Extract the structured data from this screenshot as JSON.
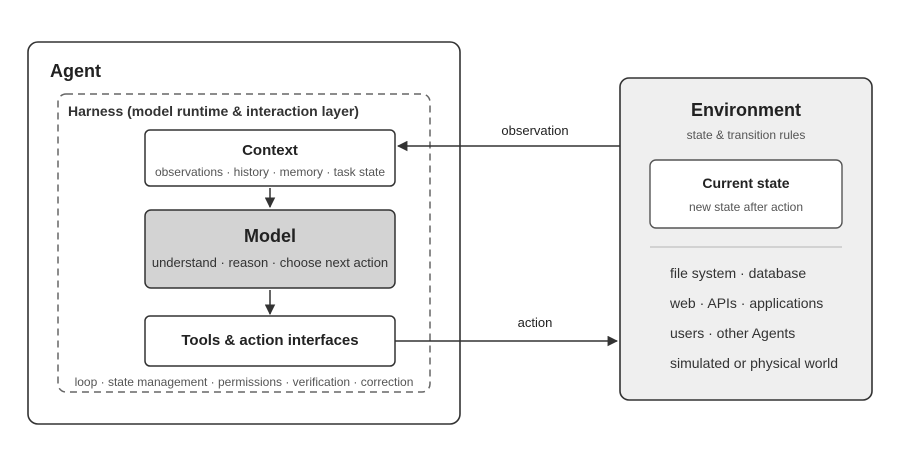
{
  "agent": {
    "title": "Agent",
    "harness": {
      "title": "Harness (model runtime & interaction layer)",
      "footer": "loop · state management · permissions · verification · correction",
      "context": {
        "title": "Context",
        "subtitle": "observations · history · memory · task state"
      },
      "model": {
        "title": "Model",
        "subtitle": "understand · reason · choose next action"
      },
      "tools": {
        "title": "Tools & action interfaces"
      }
    }
  },
  "environment": {
    "title": "Environment",
    "subtitle": "state & transition rules",
    "current_state": {
      "title": "Current state",
      "subtitle": "new state after action"
    },
    "items": [
      "file system · database",
      "web · APIs · applications",
      "users · other Agents",
      "simulated or physical world"
    ]
  },
  "edges": {
    "observation": "observation",
    "action": "action"
  },
  "colors": {
    "stroke": "#333333",
    "dashed": "#666666",
    "model_fill": "#d3d3d3",
    "environment_fill": "#efefef",
    "divider": "#c8c8c8",
    "secondary_text": "#555555"
  }
}
